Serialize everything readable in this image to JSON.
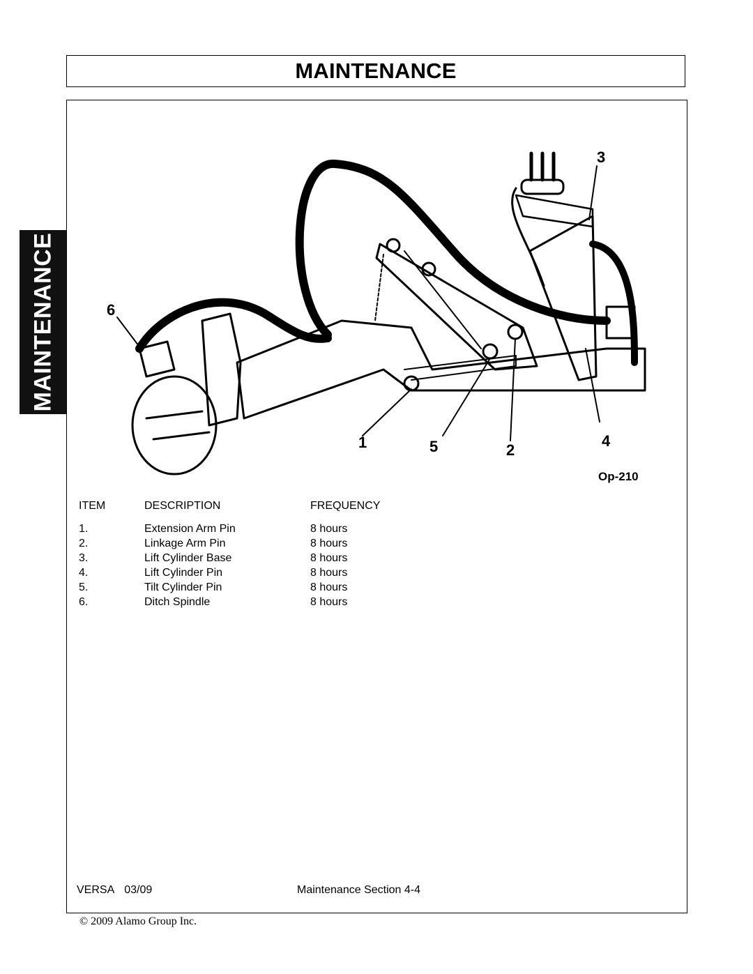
{
  "header": {
    "title": "MAINTENANCE"
  },
  "side_tab": {
    "label": "MAINTENANCE"
  },
  "figure": {
    "callouts": [
      "1",
      "5",
      "2",
      "4",
      "3",
      "6"
    ],
    "figure_id": "Op-210"
  },
  "table": {
    "headers": {
      "item": "ITEM",
      "description": "DESCRIPTION",
      "frequency": "FREQUENCY"
    },
    "rows": [
      {
        "item": "1.",
        "description": "Extension Arm Pin",
        "frequency": "8 hours"
      },
      {
        "item": "2.",
        "description": "Linkage Arm Pin",
        "frequency": "8 hours"
      },
      {
        "item": "3.",
        "description": "Lift Cylinder Base",
        "frequency": "8 hours"
      },
      {
        "item": "4.",
        "description": "Lift Cylinder Pin",
        "frequency": "8 hours"
      },
      {
        "item": "5.",
        "description": "Tilt Cylinder Pin",
        "frequency": "8 hours"
      },
      {
        "item": "6.",
        "description": "Ditch Spindle",
        "frequency": "8 hours"
      }
    ]
  },
  "footer": {
    "model": "VERSA",
    "date": "03/09",
    "section": "Maintenance Section 4-4",
    "copyright": "© 2009 Alamo Group Inc."
  }
}
